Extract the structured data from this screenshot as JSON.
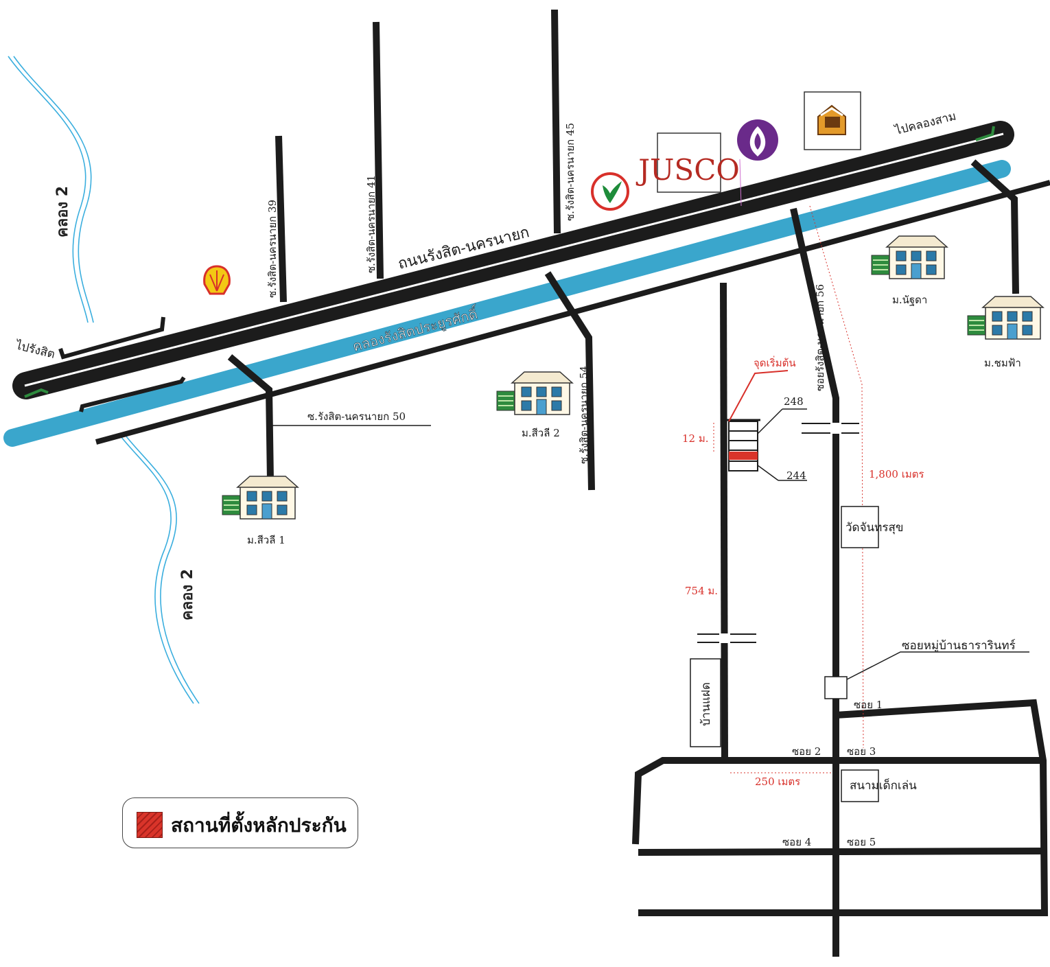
{
  "map": {
    "main_road": "ถนนรังสิต-นครนายก",
    "canal": "คลองรังสิตประยูรศักดิ์",
    "canal_2_top": "คลอง 2",
    "canal_2_bottom": "คลอง 2",
    "to_rangsit": "ไปรังสิต",
    "to_khlong_sam": "ไปคลองสาม",
    "soi_39": "ซ.รังสิต-นครนายก 39",
    "soi_41": "ซ.รังสิต-นครนายก 41",
    "soi_45": "ซ.รังสิต-นครนายก 45",
    "soi_50": "ซ.รังสิต-นครนายก 50",
    "soi_54": "ซ.รังสิต-นครนายก 54",
    "soi_56": "ซอยรังสิต-นครนายก 56",
    "village_sawali_1": "ม.สีวลี 1",
    "village_sawali_2": "ม.สีวลี 2",
    "village_nanthida": "ม.นัฐดา",
    "village_chomfa": "ม.ชมฟ้า",
    "jusco": "JUSCO",
    "start_point": "จุดเริ่มต้น",
    "house_248": "248",
    "house_244": "244",
    "dist_12m": "12 ม.",
    "dist_754m": "754 ม.",
    "dist_1800m": "1,800 เมตร",
    "dist_250m": "250 เมตร",
    "wat": "วัดจันทรสุข",
    "ban_phaet": "บ้านแฝด",
    "soi_moo_ban": "ซอยหมู่บ้านธารารินทร์",
    "soi_1": "ซอย 1",
    "soi_2": "ซอย 2",
    "soi_3": "ซอย 3",
    "soi_4": "ซอย 4",
    "soi_5": "ซอย 5",
    "playground": "สนามเด็กเล่น"
  },
  "legend": {
    "label": "สถานที่ตั้งหลักประกัน",
    "color": "#d9342a"
  },
  "colors": {
    "road": "#1c1c1c",
    "canal": "#3aa6cc",
    "river": "#4ab6dc",
    "distance": "#d8302a"
  },
  "icons": [
    "shell-logo-icon",
    "kasikorn-logo-icon",
    "jusco-logo-icon",
    "scb-logo-icon",
    "ghbank-logo-icon",
    "house-icon"
  ]
}
